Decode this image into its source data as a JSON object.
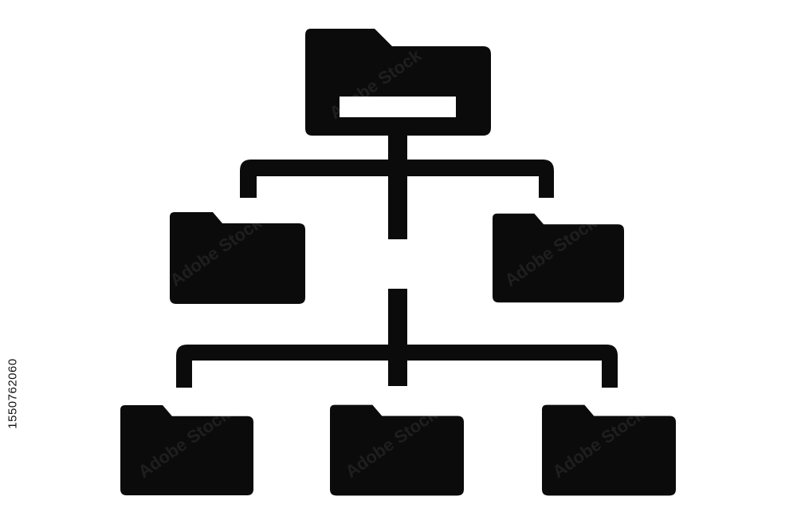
{
  "diagram": {
    "type": "folder-hierarchy",
    "levels": [
      {
        "folders": [
          "root"
        ],
        "root_has_label_slot": true
      },
      {
        "folders": [
          "child-left",
          "child-right"
        ]
      },
      {
        "folders": [
          "grandchild-left",
          "grandchild-center",
          "grandchild-right"
        ]
      }
    ],
    "icon_color": "#0b0b0c",
    "background_color": "#ffffff"
  },
  "stock_id": "1550762060",
  "watermark": "Adobe Stock"
}
